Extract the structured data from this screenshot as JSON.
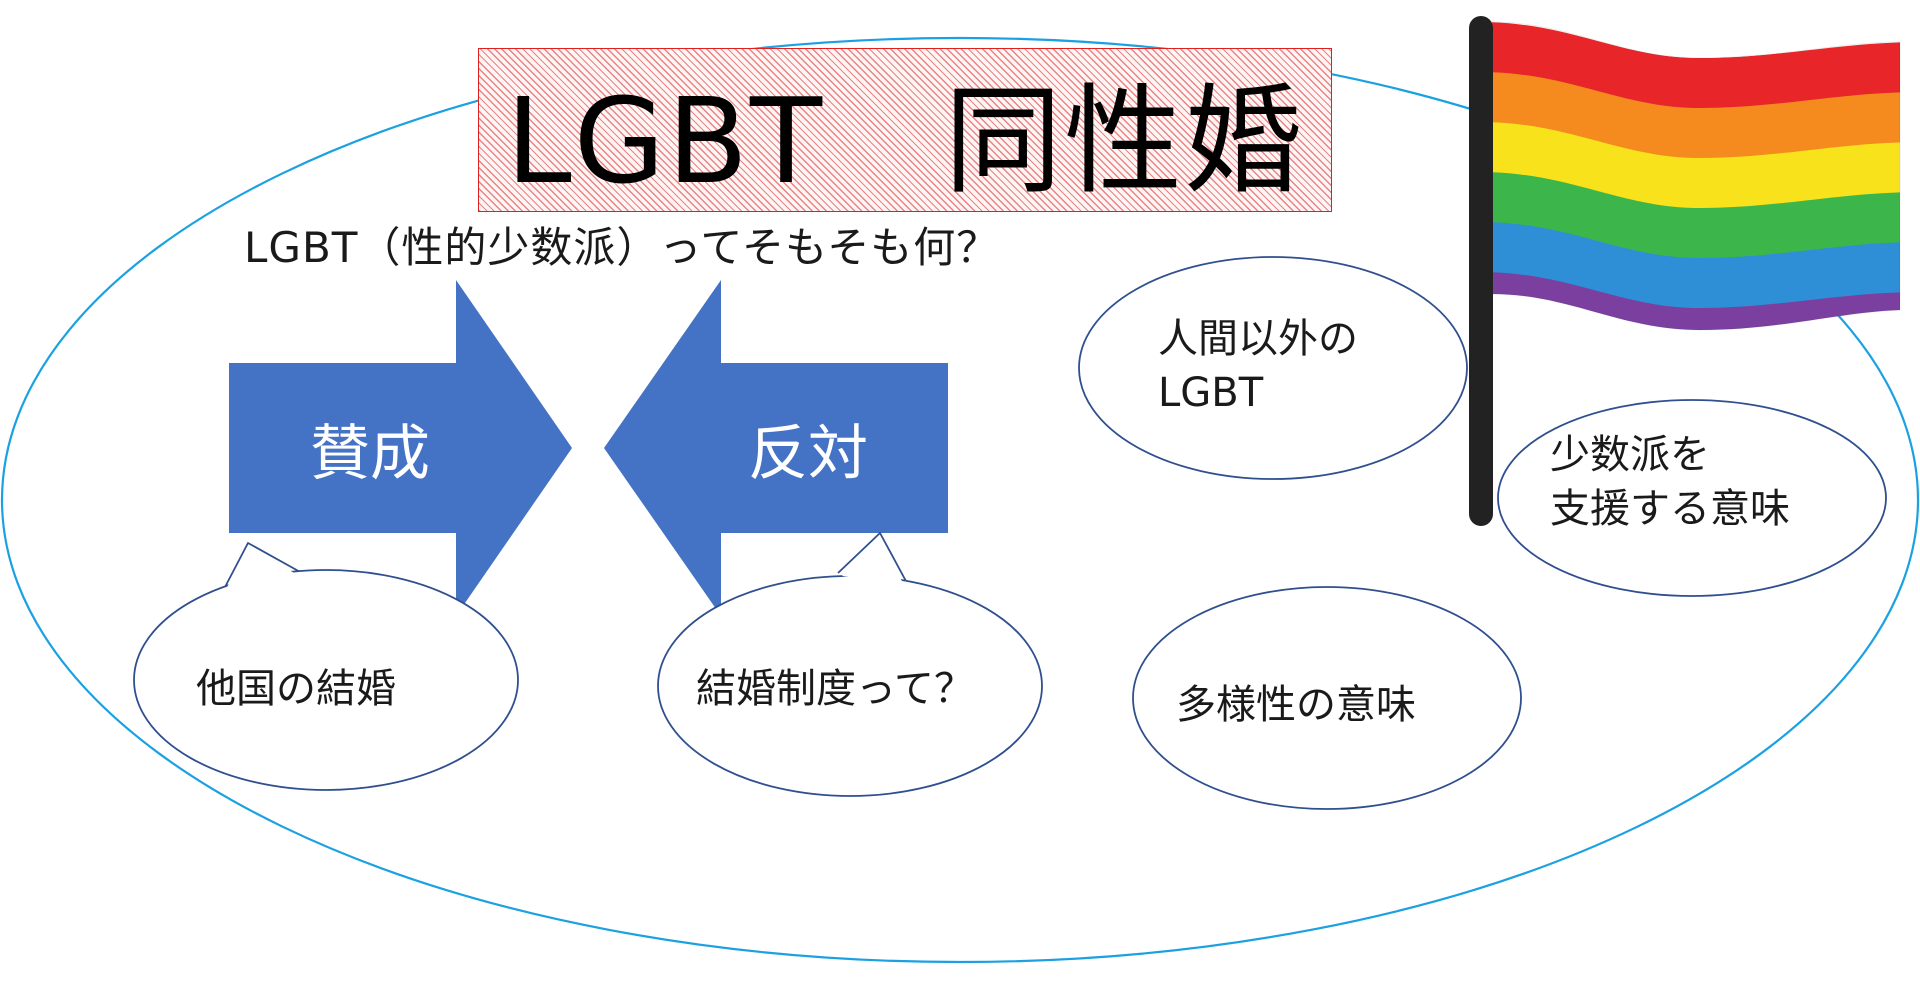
{
  "title": "LGBT　同性婚",
  "subtitle": "LGBT（性的少数派）ってそもそも何？",
  "arrows": {
    "left_label": "賛成",
    "right_label": "反対"
  },
  "bubbles": {
    "other_countries": "他国の結婚",
    "marriage_system": "結婚制度って？",
    "non_human": "人間以外の\nLGBT",
    "diversity": "多様性の意味",
    "support_minority": "少数派を\n支援する意味"
  },
  "colors": {
    "arrow_fill": "#4472c4",
    "big_ellipse": "#1ba1e2",
    "bubble_stroke": "#2f4f8f",
    "title_hatch": "#d72828",
    "flag_stripes": [
      "#e8262a",
      "#f58a1f",
      "#f7e21b",
      "#3cb54a",
      "#2e8fd6",
      "#7b3fa0"
    ],
    "flag_pole": "#222222"
  },
  "icons": {
    "flag": "rainbow-flag-icon"
  }
}
